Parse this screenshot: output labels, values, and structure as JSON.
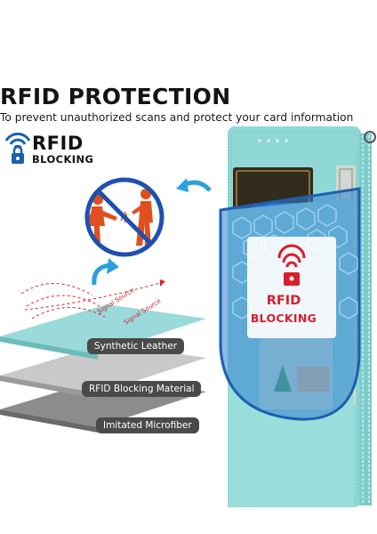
{
  "header": {
    "title": "RFID PROTECTION",
    "subtitle": "To prevent unauthorized scans and protect your card information"
  },
  "badge": {
    "rfid": "RFID",
    "blocking": "BLOCKING",
    "icon": "wifi-lock-icon"
  },
  "shield": {
    "rfid": "RFID",
    "blocking": "BLOCKING",
    "icon": "lock-signal-icon"
  },
  "layers": [
    {
      "label": "Synthetic Leather"
    },
    {
      "label": "RFID Blocking Material"
    },
    {
      "label": "Imitated Microfiber"
    }
  ],
  "signal_source": [
    "Signal Source",
    "Signal Source"
  ],
  "colors": {
    "teal": "#8fd8d8",
    "badge_blue": "#1a5fb0",
    "red": "#d81e2c",
    "blue_arrow": "#2aa0dc"
  }
}
